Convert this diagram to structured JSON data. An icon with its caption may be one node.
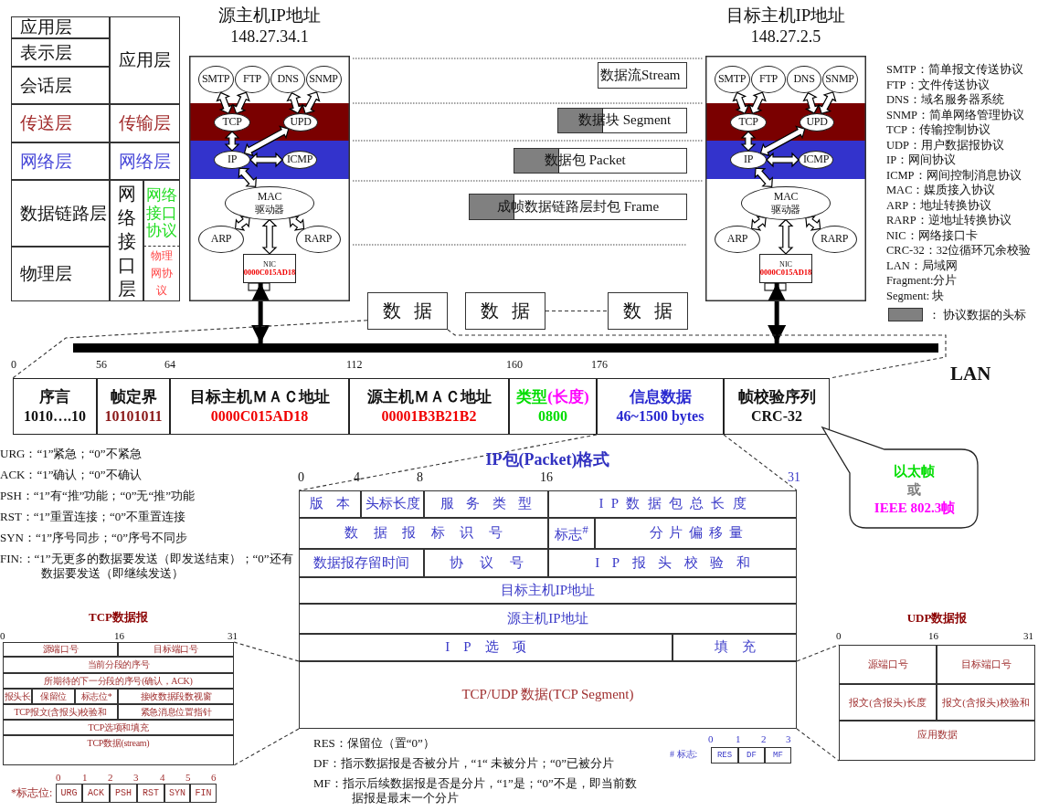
{
  "diagram": {
    "nodes": [
      {
        "text": [
          "应用层"
        ]
      },
      {
        "text": [
          "表示层"
        ]
      },
      {
        "text": [
          "会话层"
        ]
      },
      {
        "text": [
          "传送层"
        ]
      },
      {
        "text": [
          "网络层"
        ]
      },
      {
        "text": [
          "数据链路层"
        ]
      },
      {
        "text": [
          "物理层"
        ]
      },
      {
        "text": [
          "应用层"
        ]
      },
      {
        "text": [
          "传输层"
        ]
      },
      {
        "text": [
          "网络层"
        ]
      },
      {
        "text": [
          "网络接口层"
        ]
      },
      {
        "text": [
          "网络接口协议"
        ]
      },
      {
        "text": [
          "物理网协议"
        ]
      },
      {
        "text": [
          "源主机IP地址",
          "148.27.34.1"
        ]
      },
      {
        "text": [
          "SMTP"
        ],
        "in": 13
      },
      {
        "text": [
          "FTP"
        ],
        "in": 13
      },
      {
        "text": [
          "DNS"
        ],
        "in": 13
      },
      {
        "text": [
          "SNMP"
        ],
        "in": 13
      },
      {
        "text": [
          "TCP"
        ],
        "in": 13
      },
      {
        "text": [
          "UPD"
        ],
        "in": 13
      },
      {
        "text": [
          "IP"
        ],
        "in": 13
      },
      {
        "text": [
          "ICMP"
        ],
        "in": 13
      },
      {
        "text": [
          "MAC",
          "驱动器"
        ],
        "in": 13
      },
      {
        "text": [
          "ARP"
        ],
        "in": 13
      },
      {
        "text": [
          "RARP"
        ],
        "in": 13
      },
      {
        "text": [
          "NIC",
          "0000C015AD18"
        ],
        "in": 13
      },
      {
        "text": [
          "目标主机IP地址",
          "148.27.2.5"
        ]
      },
      {
        "text": [
          "SMTP"
        ],
        "in": 26
      },
      {
        "text": [
          "FTP"
        ],
        "in": 26
      },
      {
        "text": [
          "DNS"
        ],
        "in": 26
      },
      {
        "text": [
          "SNMP"
        ],
        "in": 26
      },
      {
        "text": [
          "TCP"
        ],
        "in": 26
      },
      {
        "text": [
          "UPD"
        ],
        "in": 26
      },
      {
        "text": [
          "IP"
        ],
        "in": 26
      },
      {
        "text": [
          "ICMP"
        ],
        "in": 26
      },
      {
        "text": [
          "MAC",
          "驱动器"
        ],
        "in": 26
      },
      {
        "text": [
          "ARP"
        ],
        "in": 26
      },
      {
        "text": [
          "RARP"
        ],
        "in": 26
      },
      {
        "text": [
          "NIC",
          "0000C015AD18"
        ],
        "in": 26
      },
      {
        "text": [
          "数据流Stream"
        ]
      },
      {
        "text": [
          "数据块 Segment"
        ]
      },
      {
        "text": [
          "数据包 Packet"
        ]
      },
      {
        "text": [
          "成帧数据链路层封包 Frame"
        ]
      },
      {
        "text": [
          "数据"
        ]
      },
      {
        "text": [
          "数据"
        ]
      },
      {
        "text": [
          "数据"
        ]
      },
      {
        "text": [],
        "shape": "bar",
        "beside": [
          "LAN"
        ]
      },
      {
        "text": [
          "序言",
          "1010….10"
        ]
      },
      {
        "text": [
          "帧定界",
          "10101011"
        ]
      },
      {
        "text": [
          "目标主机ＭＡＣ地址",
          "0000C015AD18"
        ]
      },
      {
        "text": [
          "源主机ＭＡＣ地址",
          "00001B3B21B2"
        ]
      },
      {
        "text": [
          "类型",
          "(长度)",
          "0800"
        ]
      },
      {
        "text": [
          "信息数据",
          "46~1500 bytes"
        ]
      },
      {
        "text": [
          "帧校验序列",
          "CRC-32"
        ]
      },
      {
        "text": [
          "以太帧",
          "或",
          "IEEE 802.3帧"
        ]
      },
      {
        "text": [
          "IP包(Packet)格式"
        ]
      },
      {
        "text": [
          "版本"
        ],
        "in": 55
      },
      {
        "text": [
          "头标长度"
        ],
        "in": 55
      },
      {
        "text": [
          "服务类型"
        ],
        "in": 55
      },
      {
        "text": [
          "IP数据包总长度"
        ],
        "in": 55
      },
      {
        "text": [
          "数据报标识号"
        ],
        "in": 55
      },
      {
        "text": [
          "标志$^{#}$"
        ],
        "in": 55
      },
      {
        "text": [
          "分片偏移量"
        ],
        "in": 55
      },
      {
        "text": [
          "数据报存留时间"
        ],
        "in": 55
      },
      {
        "text": [
          "协议号"
        ],
        "in": 55
      },
      {
        "text": [
          "IP报头校验和"
        ],
        "in": 55
      },
      {
        "text": [
          "目标主机IP地址"
        ],
        "in": 55
      },
      {
        "text": [
          "源主机IP地址"
        ],
        "in": 55
      },
      {
        "text": [
          "IP选项"
        ],
        "in": 55
      },
      {
        "text": [
          "填充"
        ],
        "in": 55
      },
      {
        "text": [
          "TCP/UDP 数据(TCP Segment)"
        ],
        "in": 55
      },
      {
        "text": [
          "TCP数据报"
        ]
      },
      {
        "text": [
          "源端口号"
        ],
        "in": 71
      },
      {
        "text": [
          "目标端口号"
        ],
        "in": 71
      },
      {
        "text": [
          "当前分段的序号"
        ],
        "in": 71
      },
      {
        "text": [
          "所期待的下一分段的序号(确认，ACK)"
        ],
        "in": 71
      },
      {
        "text": [
          "报头长"
        ],
        "in": 71
      },
      {
        "text": [
          "保留位"
        ],
        "in": 71
      },
      {
        "text": [
          "标志位*"
        ],
        "in": 71
      },
      {
        "text": [
          "接收数据段数视窗"
        ],
        "in": 71
      },
      {
        "text": [
          "TCP报文(含报头)校验和"
        ],
        "in": 71
      },
      {
        "text": [
          "紧急消息位置指针"
        ],
        "in": 71
      },
      {
        "text": [
          "TCP选项和填充"
        ],
        "in": 71
      },
      {
        "text": [
          "TCP数据(stream)"
        ],
        "in": 71
      },
      {
        "text": [
          "UDP数据报"
        ]
      },
      {
        "text": [
          "源端口号"
        ],
        "in": 84
      },
      {
        "text": [
          "目标端口号"
        ],
        "in": 84
      },
      {
        "text": [
          "报文(含报头)长度"
        ],
        "in": 84
      },
      {
        "text": [
          "报文(含报头)校验和"
        ],
        "in": 84
      },
      {
        "text": [
          "应用数据"
        ],
        "in": 84
      },
      {
        "text": [
          "URG"
        ]
      },
      {
        "text": [
          "ACK"
        ]
      },
      {
        "text": [
          "PSH"
        ]
      },
      {
        "text": [
          "RST"
        ]
      },
      {
        "text": [
          "SYN"
        ]
      },
      {
        "text": [
          "FIN"
        ]
      },
      {
        "text": [
          "RES"
        ]
      },
      {
        "text": [
          "DF"
        ]
      },
      {
        "text": [
          "MF"
        ]
      }
    ],
    "edges": [
      {
        "from": 14,
        "to": 18,
        "arrow": "both"
      },
      {
        "from": 15,
        "to": 18,
        "arrow": "both"
      },
      {
        "from": 16,
        "to": 19,
        "arrow": "both"
      },
      {
        "from": 17,
        "to": 19,
        "arrow": "both"
      },
      {
        "from": 18,
        "to": 20,
        "arrow": "both"
      },
      {
        "from": 19,
        "to": 20,
        "arrow": "both"
      },
      {
        "from": 20,
        "to": 21,
        "arrow": "both"
      },
      {
        "from": 20,
        "to": 22,
        "arrow": "both"
      },
      {
        "from": 22,
        "to": 23,
        "arrow": "both"
      },
      {
        "from": 22,
        "to": 24,
        "arrow": "both"
      },
      {
        "from": 22,
        "to": 25,
        "arrow": "both"
      },
      {
        "from": 27,
        "to": 31,
        "arrow": "both"
      },
      {
        "from": 28,
        "to": 31,
        "arrow": "both"
      },
      {
        "from": 29,
        "to": 32,
        "arrow": "both"
      },
      {
        "from": 30,
        "to": 32,
        "arrow": "both"
      },
      {
        "from": 31,
        "to": 33,
        "arrow": "both"
      },
      {
        "from": 32,
        "to": 33,
        "arrow": "both"
      },
      {
        "from": 33,
        "to": 34,
        "arrow": "both"
      },
      {
        "from": 33,
        "to": 35,
        "arrow": "both"
      },
      {
        "from": 35,
        "to": 36,
        "arrow": "both"
      },
      {
        "from": 35,
        "to": 37,
        "arrow": "both"
      },
      {
        "from": 35,
        "to": 38,
        "arrow": "both"
      },
      {
        "from": 25,
        "to": 46,
        "arrow": "both",
        "style": "thick"
      },
      {
        "from": 38,
        "to": 46,
        "arrow": "both",
        "style": "thick"
      },
      {
        "from": 43,
        "to": 47,
        "arrow": "none",
        "style": "dashed"
      },
      {
        "from": 43,
        "to": 53,
        "arrow": "none",
        "style": "dashed"
      },
      {
        "from": 44,
        "to": 45,
        "arrow": "none",
        "style": "dashed"
      },
      {
        "from": 52,
        "to": 55,
        "arrow": "none",
        "style": "dashed"
      },
      {
        "from": 52,
        "to": 55,
        "arrow": "none",
        "style": "dashed"
      },
      {
        "from": 70,
        "to": 71,
        "arrow": "none",
        "style": "dashed"
      },
      {
        "from": 70,
        "to": 71,
        "arrow": "none",
        "style": "dashed"
      },
      {
        "from": 70,
        "to": 84,
        "arrow": "none",
        "style": "dashed"
      },
      {
        "from": 70,
        "to": 84,
        "arrow": "none",
        "style": "dashed"
      }
    ],
    "labels": [
      "SMTP：简单报文传送协议",
      "FTP：文件传送协议",
      "DNS：域名服务器系统",
      "SNMP：简单网络管理协议",
      "TCP：传输控制协议",
      "UDP：用户数据报协议",
      "IP：网间协议",
      "ICMP：网间控制消息协议",
      "MAC：媒质接入协议",
      "ARP：地址转换协议",
      "RARP：逆地址转换协议",
      "NIC：网络接口卡",
      "CRC-32：32位循环冗余校验",
      "LAN：局域网",
      "Fragment:分片",
      "Segment: 块",
      "0",
      "56",
      "64",
      "112",
      "160",
      "176",
      "URG：“1”紧急；“0”不紧急",
      "ACK：“1”确认；“0”不确认",
      "PSH：“1”有“推”功能；“0”无“推”功能",
      "RST：“1”重置连接；“0”不重置连接",
      "SYN：“1”序号同步；“0”序号不同步",
      "FIN:：“1”无更多的数据要发送（即发送结束）；“0”还有数据要发送（即继续发送）",
      "0",
      "4",
      "8",
      "16",
      "31",
      "0",
      "16",
      "31",
      "0",
      "16",
      "31",
      "RES：保留位（置“0”）",
      "DF：指示数据报是否被分片，“1“ 未被分片；“0”已被分片",
      "MF：指示后续数据报是否是分片，“1”是；“0”不是，即当前数据报是最末一个分片",
      "0",
      "1",
      "2",
      "3",
      "# 标志:",
      "0",
      "1",
      "2",
      "3",
      "4",
      "5",
      "6",
      "*标志位:"
    ],
    "legend": [
      {
        "text": "： 协议数据的头标",
        "color": "#808080"
      }
    ]
  }
}
